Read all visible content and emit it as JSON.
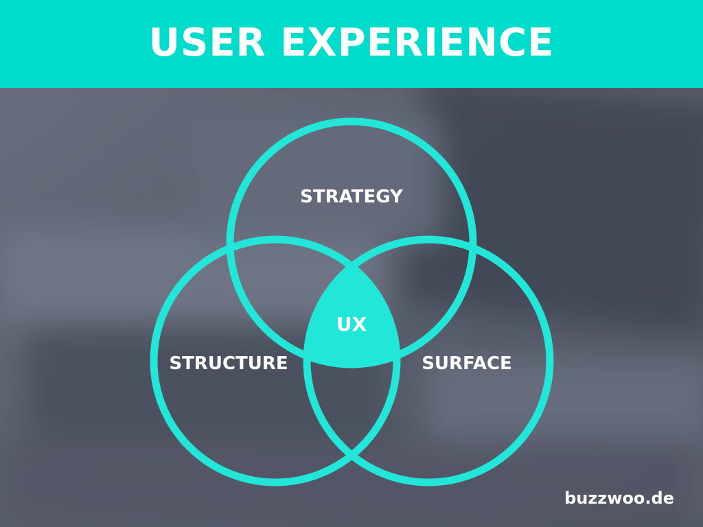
{
  "header": {
    "title": "USER EXPERIENCE"
  },
  "diagram": {
    "circles": [
      {
        "id": "strategy",
        "label": "STRATEGY"
      },
      {
        "id": "structure",
        "label": "STRUCTURE"
      },
      {
        "id": "surface",
        "label": "SURFACE"
      }
    ],
    "center_label": "UX"
  },
  "footer": {
    "brand": "buzzwoo.de"
  },
  "colors": {
    "accent": "#00dccb",
    "circle_stroke": "#22e6d8",
    "background": "#5b6070",
    "text": "#ffffff"
  }
}
